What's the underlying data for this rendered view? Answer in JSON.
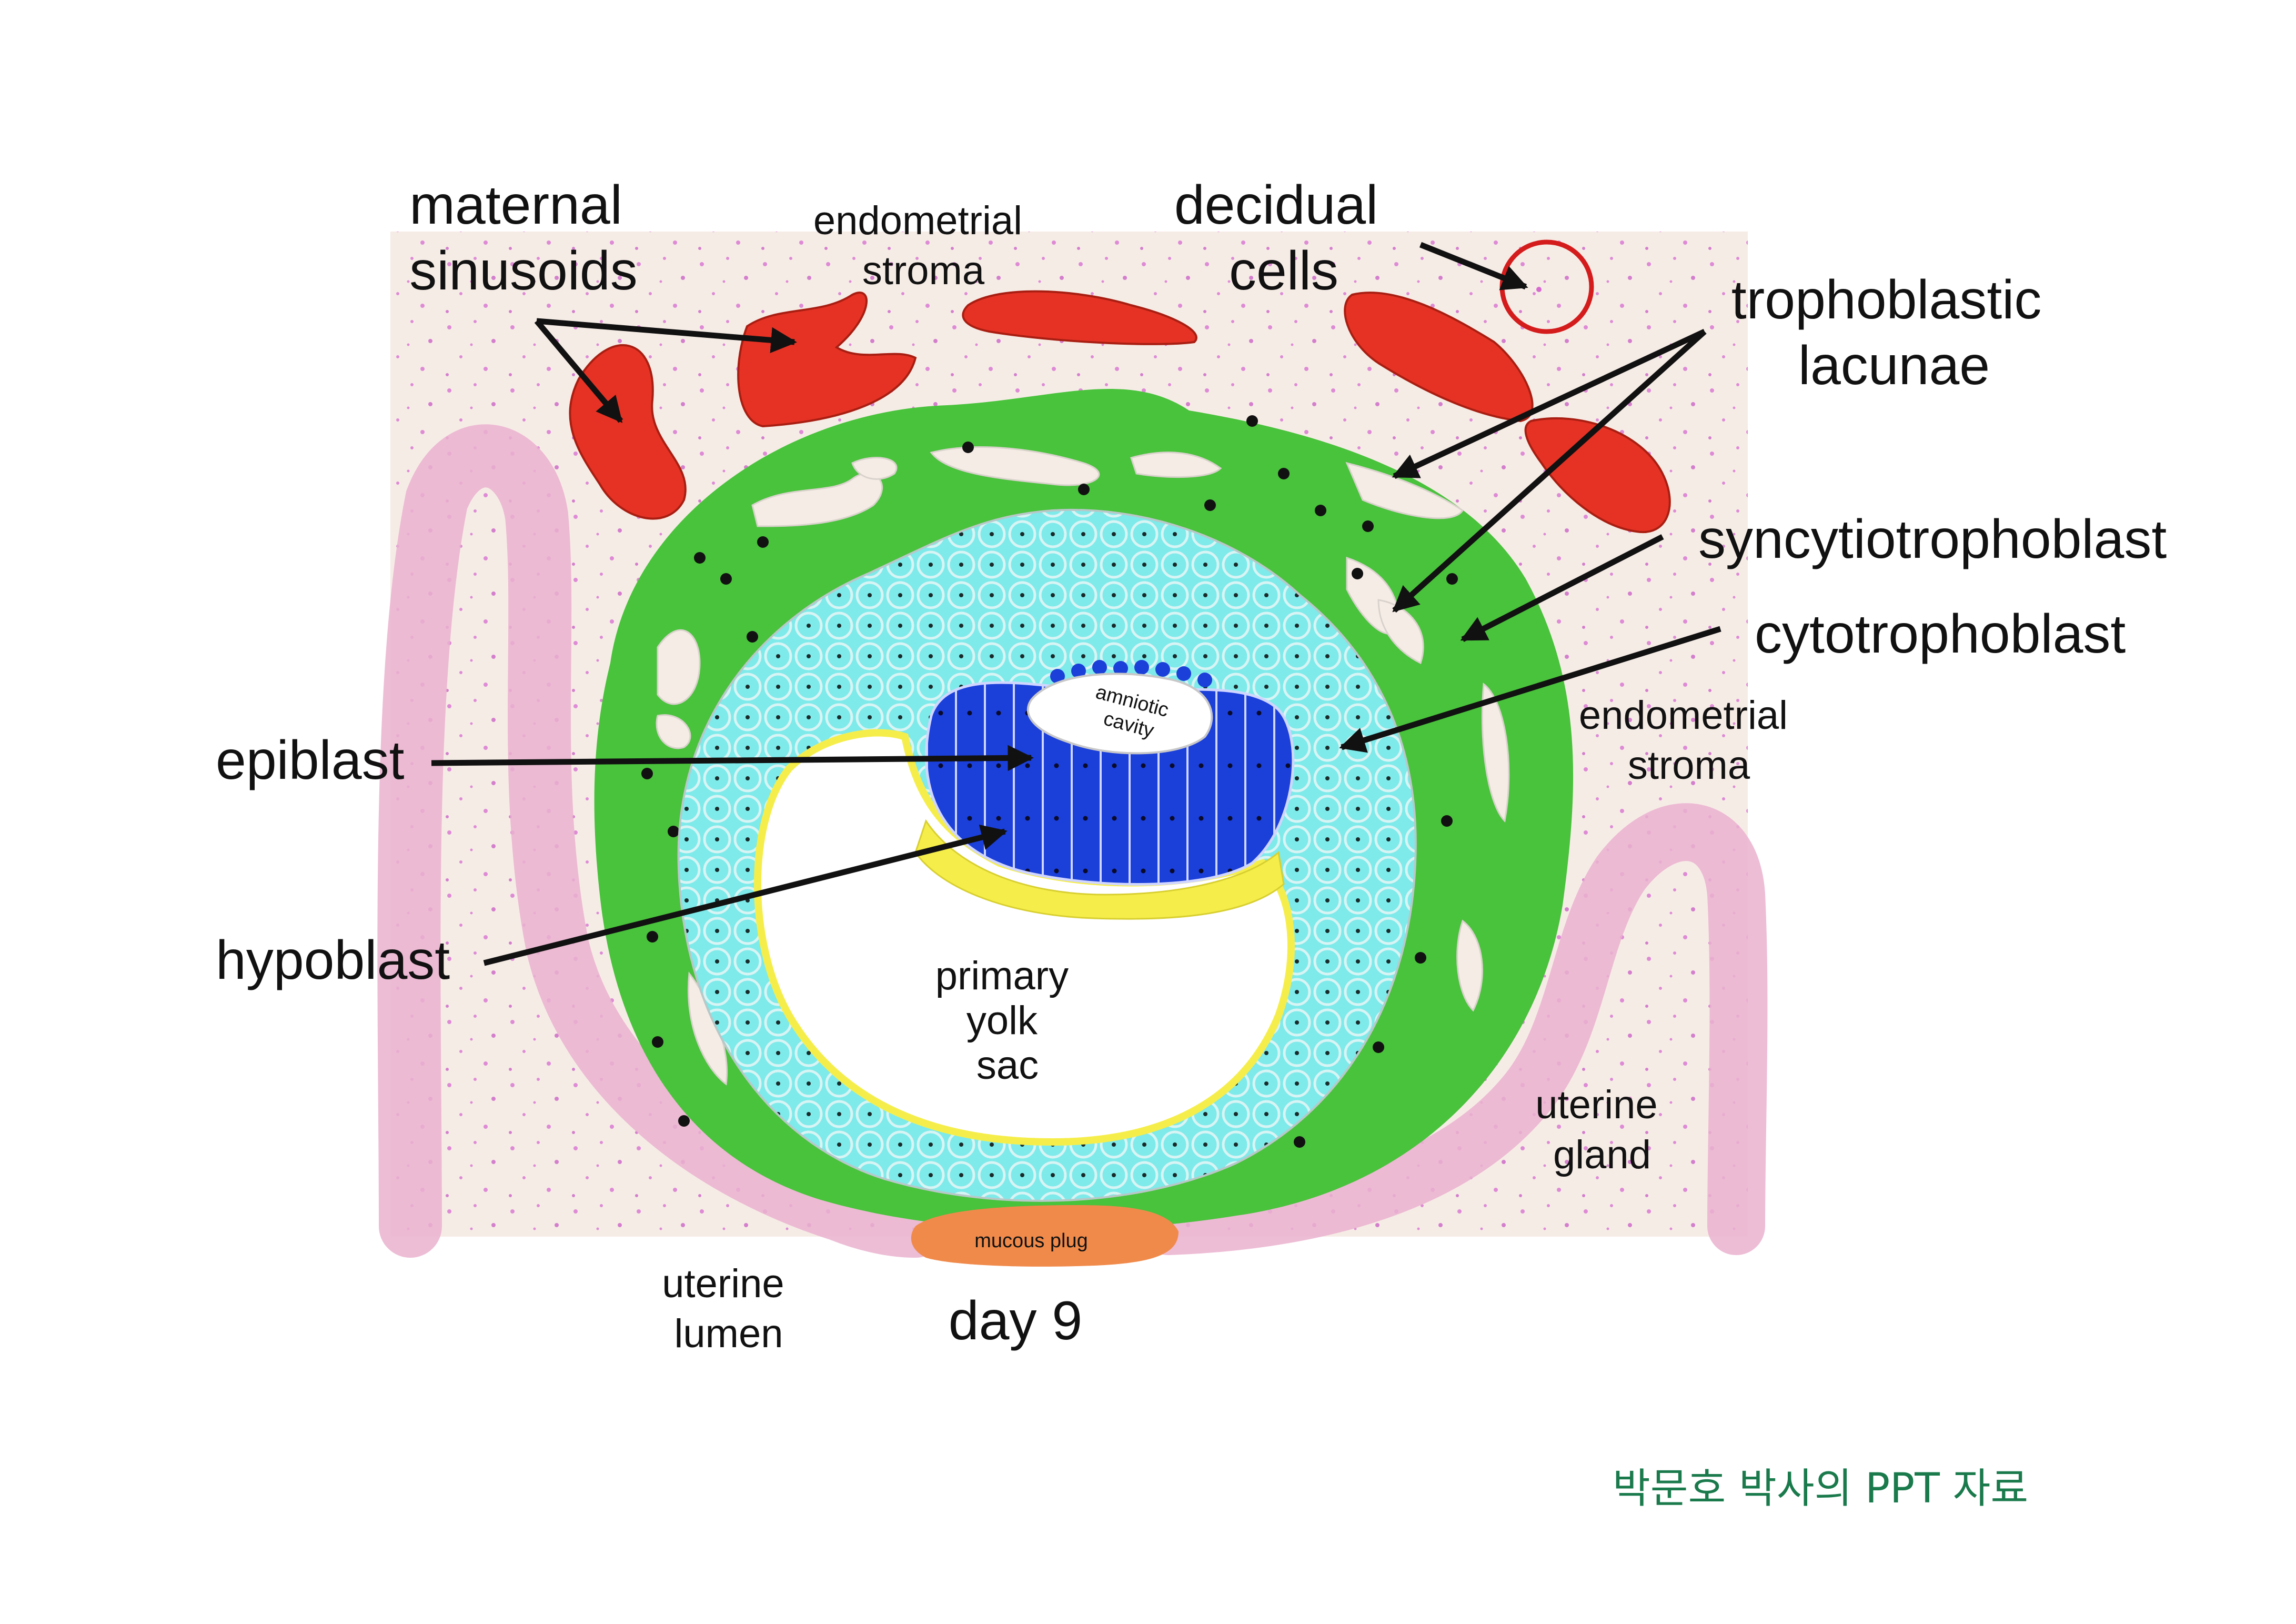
{
  "labels": {
    "maternal_sinusoids": [
      "maternal",
      "sinusoids"
    ],
    "endometrial_stroma_top": [
      "endometrial",
      "stroma"
    ],
    "decidual_cells": [
      "decidual",
      "cells"
    ],
    "trophoblastic_lacunae": [
      "trophoblastic",
      "lacunae"
    ],
    "syncytiotrophoblast": "syncytiotrophoblast",
    "cytotrophoblast": "cytotrophoblast",
    "endometrial_stroma_right": [
      "endometrial",
      "stroma"
    ],
    "epiblast": "epiblast",
    "hypoblast": "hypoblast",
    "amniotic_cavity": [
      "amniotic",
      "cavity"
    ],
    "primary_yolk_sac": [
      "primary",
      "yolk",
      "sac"
    ],
    "uterine_gland": [
      "uterine",
      "gland"
    ],
    "uterine_lumen": [
      "uterine",
      "lumen"
    ],
    "mucous_plug": "mucous plug",
    "day": "day 9"
  },
  "credit": "박문호 박사의 PPT 자료",
  "colors": {
    "stroma": "#f6ece6",
    "pink_gland": "#eab2cf",
    "syncytio_green": "#49c23c",
    "cyto_cyan": "#7eeaea",
    "epiblast_blue": "#1b3fd9",
    "hypoblast_yellow": "#f5ee4a",
    "sinusoid_red": "#e53224",
    "mucous_orange": "#f08a4b",
    "credit_green": "#1a7a4c"
  }
}
